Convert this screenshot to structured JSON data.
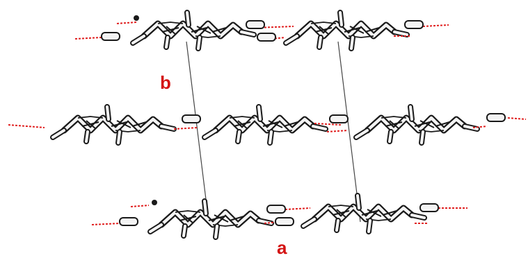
{
  "figure": {
    "axis_labels": {
      "b": "b",
      "a": "a"
    },
    "label_color": "#d41414",
    "bond_color": "#e02020",
    "molecule_stroke": "#1a1a1a",
    "molecule_fill": "#f4f4f4",
    "cell_edge_color": "#444444",
    "layer_count": 3,
    "molecules_per_layer": [
      2,
      3,
      2
    ]
  }
}
